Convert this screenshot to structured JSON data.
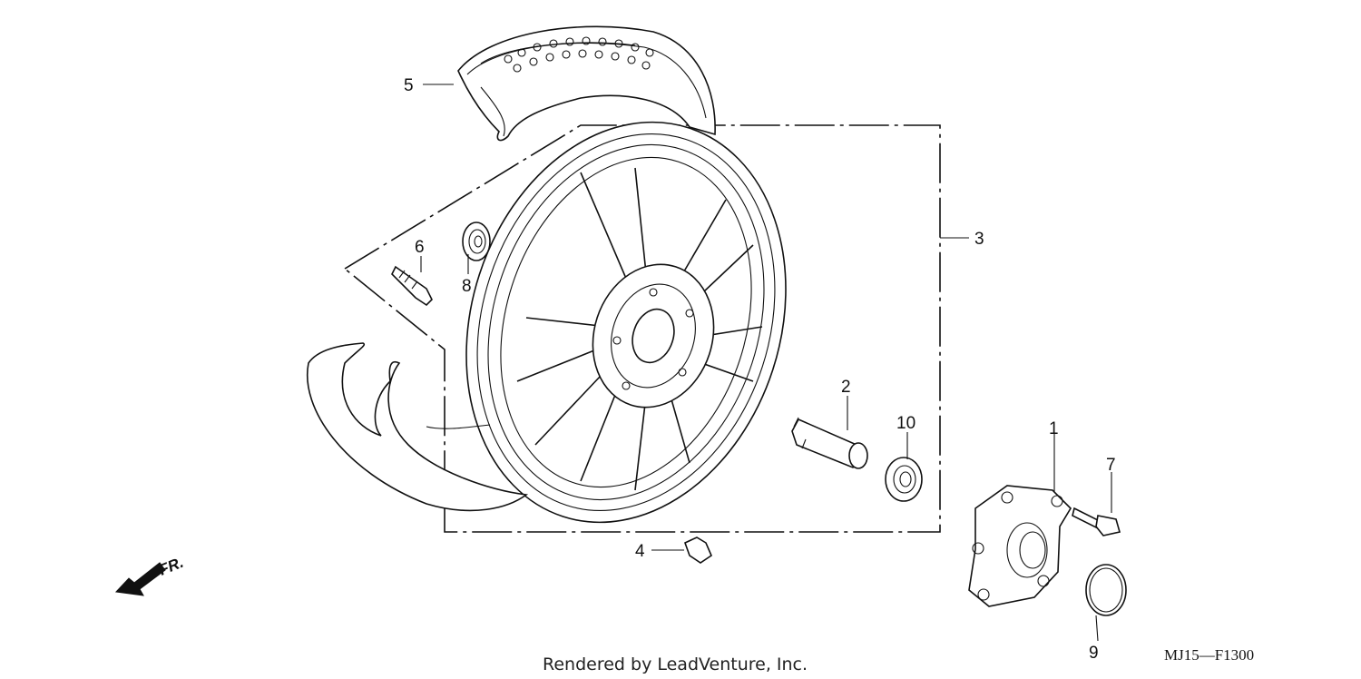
{
  "diagram": {
    "callouts": [
      {
        "id": "1",
        "label": "1"
      },
      {
        "id": "2",
        "label": "2"
      },
      {
        "id": "3",
        "label": "3"
      },
      {
        "id": "4",
        "label": "4"
      },
      {
        "id": "5",
        "label": "5"
      },
      {
        "id": "6",
        "label": "6"
      },
      {
        "id": "7",
        "label": "7"
      },
      {
        "id": "8",
        "label": "8"
      },
      {
        "id": "9",
        "label": "9"
      },
      {
        "id": "10",
        "label": "10"
      }
    ],
    "direction_label": "FR.",
    "diagram_code": "MJ15—F1300",
    "credit": "Rendered by LeadVenture, Inc."
  }
}
